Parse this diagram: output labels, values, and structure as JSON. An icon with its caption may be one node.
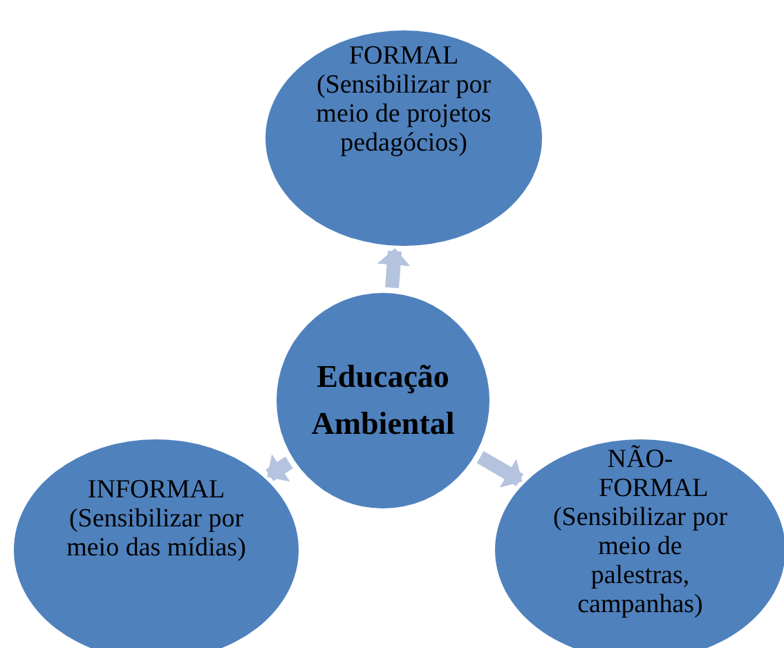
{
  "diagram": {
    "nodes": [
      {
        "text": [
          "FORMAL",
          "(Sensibilizar por meio de projetos pedagócios)"
        ]
      },
      {
        "text": [
          "Educação Ambiental"
        ]
      },
      {
        "text": [
          "INFORMAL",
          "(Sensibilizar por meio das mídias)"
        ]
      },
      {
        "text": [
          "NÃO-FORMAL",
          "(Sensibilizar por meio de palestras, campanhas)"
        ]
      }
    ],
    "edges": [
      {
        "from": 1,
        "to": 0,
        "arrow": "to"
      },
      {
        "from": 1,
        "to": 2,
        "arrow": "to"
      },
      {
        "from": 1,
        "to": 3,
        "arrow": "to"
      }
    ]
  }
}
